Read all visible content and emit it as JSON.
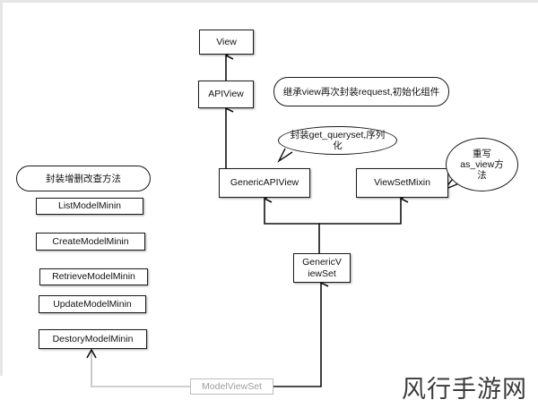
{
  "classes": {
    "view": "View",
    "apiview": "APIView",
    "generic_apiview": "GenericAPIView",
    "viewset_mixin": "ViewSetMixin",
    "generic_viewset": "GenericV\niewSet",
    "model_viewset": "ModelViewSet"
  },
  "mixins": [
    "ListModelMinin",
    "CreateModelMinin",
    "RetrieveModelMinin",
    "UpdateModelMinin",
    "DestoryModelMinin"
  ],
  "notes": {
    "apiview_note": "继承view再次封装request,初始化组件",
    "generic_note": "封装get_queryset,序列\n化",
    "viewset_note": "重写\nas_view方\n法",
    "mixins_note": "封装增删改查方法"
  },
  "watermark": "风行手游网"
}
